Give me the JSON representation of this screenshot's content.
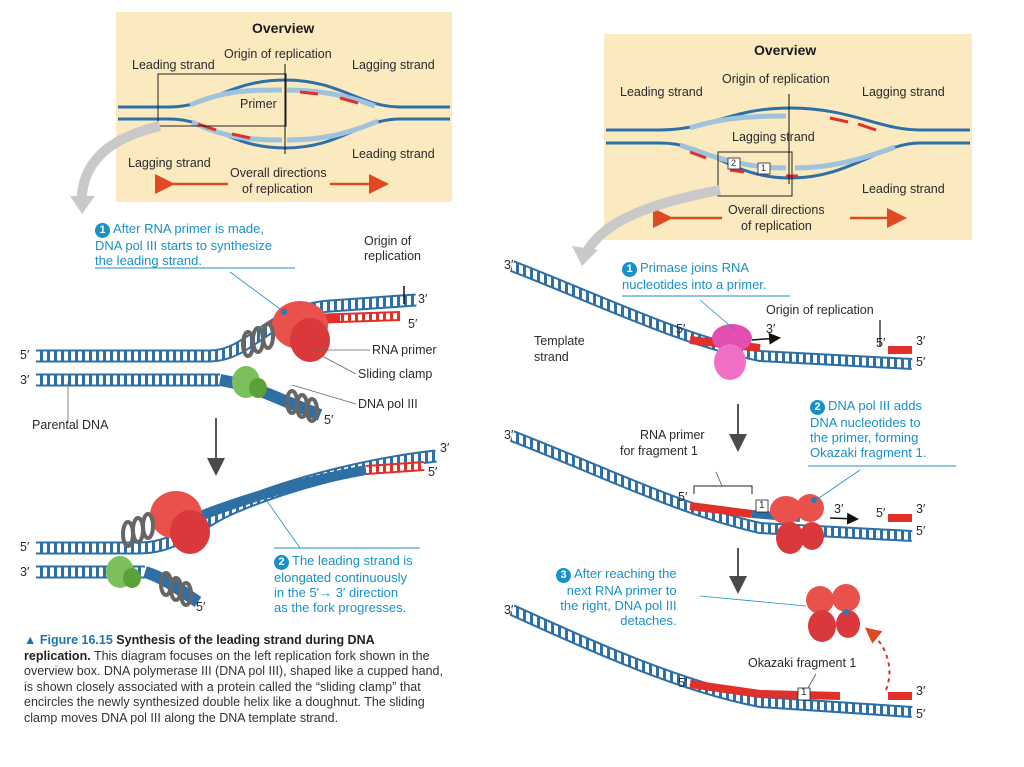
{
  "left_overview": {
    "title": "Overview",
    "origin": "Origin of replication",
    "leading_top": "Leading strand",
    "lagging_top": "Lagging strand",
    "primer": "Primer",
    "lagging_bottom": "Lagging strand",
    "leading_bottom": "Leading strand",
    "directions_1": "Overall directions",
    "directions_2": "of replication"
  },
  "right_overview": {
    "title": "Overview",
    "origin": "Origin of replication",
    "leading_top": "Leading strand",
    "lagging_top": "Lagging strand",
    "lagging_mid": "Lagging strand",
    "leading_bottom": "Leading strand",
    "directions_1": "Overall directions",
    "directions_2": "of replication",
    "box2": "2",
    "box1": "1"
  },
  "left_diagram": {
    "step1_num": "1",
    "step1_l1": "After RNA primer is made,",
    "step1_l2": "DNA pol III starts to synthesize",
    "step1_l3": "the leading strand.",
    "origin_1": "Origin of",
    "origin_2": "replication",
    "rna_primer": "RNA primer",
    "sliding_clamp": "Sliding clamp",
    "dna_pol": "DNA pol III",
    "parental": "Parental DNA",
    "step2_num": "2",
    "step2_l1": "The leading strand is",
    "step2_l2": "elongated continuously",
    "step2_l3": "in the 5′→ 3′ direction",
    "step2_l4": "as the fork progresses.",
    "p3": "3′",
    "p5": "5′"
  },
  "right_diagram": {
    "step1_num": "1",
    "step1_l1": "Primase joins RNA",
    "step1_l2": "nucleotides into a primer.",
    "origin": "Origin of replication",
    "template_1": "Template",
    "template_2": "strand",
    "step2_num": "2",
    "step2_l1": "DNA pol III adds",
    "step2_l2": "DNA nucleotides to",
    "step2_l3": "the primer, forming",
    "step2_l4": "Okazaki fragment 1.",
    "rna_primer_1": "RNA primer",
    "rna_primer_2": "for fragment 1",
    "step3_num": "3",
    "step3_l1": "After reaching the",
    "step3_l2": "next RNA primer to",
    "step3_l3": "the right, DNA pol III",
    "step3_l4": "detaches.",
    "okazaki": "Okazaki fragment 1",
    "frag": "1",
    "p3": "3′",
    "p5": "5′"
  },
  "caption": {
    "fig": "▲ Figure 16.15",
    "bold": "Synthesis of the leading strand during DNA replication.",
    "text": "This diagram focuses on the left replication fork shown in the overview box. DNA polymerase III (DNA pol III), shaped like a cupped hand, is shown closely associated with a protein called the “sliding clamp” that encircles the newly synthesized double helix like a doughnut. The sliding clamp moves DNA pol III along the DNA template strand."
  },
  "colors": {
    "overview_bg": "#fbeac0",
    "dna_blue": "#2e6fa6",
    "rna_red": "#e0302a",
    "accent": "#1890c8"
  }
}
